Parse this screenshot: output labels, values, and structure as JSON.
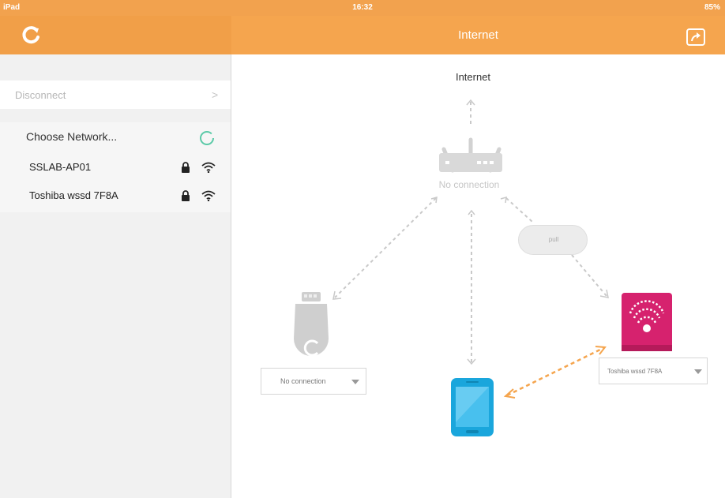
{
  "statusbar": {
    "device": "iPad",
    "time": "16:32",
    "battery": "85%"
  },
  "navbar": {
    "title": "Internet",
    "icons": {
      "refresh": "refresh-icon",
      "share": "share-icon"
    }
  },
  "sidebar": {
    "disconnect_label": "Disconnect",
    "disconnect_chevron": ">",
    "choose_label": "Choose Network...",
    "networks": [
      {
        "name": "SSLAB-AP01",
        "secured": true
      },
      {
        "name": "Toshiba wssd 7F8A",
        "secured": true
      }
    ]
  },
  "main": {
    "internet_label": "Internet",
    "router_status": "No connection",
    "pill_label": "pull",
    "left_device_dropdown": "No connection",
    "right_device_dropdown": "Toshiba wssd 7F8A"
  },
  "colors": {
    "accent": "#f5a54e",
    "spinner": "#5ccaa8",
    "phone": "#1aa6dc",
    "drive": "#d6226e",
    "dash": "#c9c9c9",
    "dash_active": "#f5a54e"
  }
}
